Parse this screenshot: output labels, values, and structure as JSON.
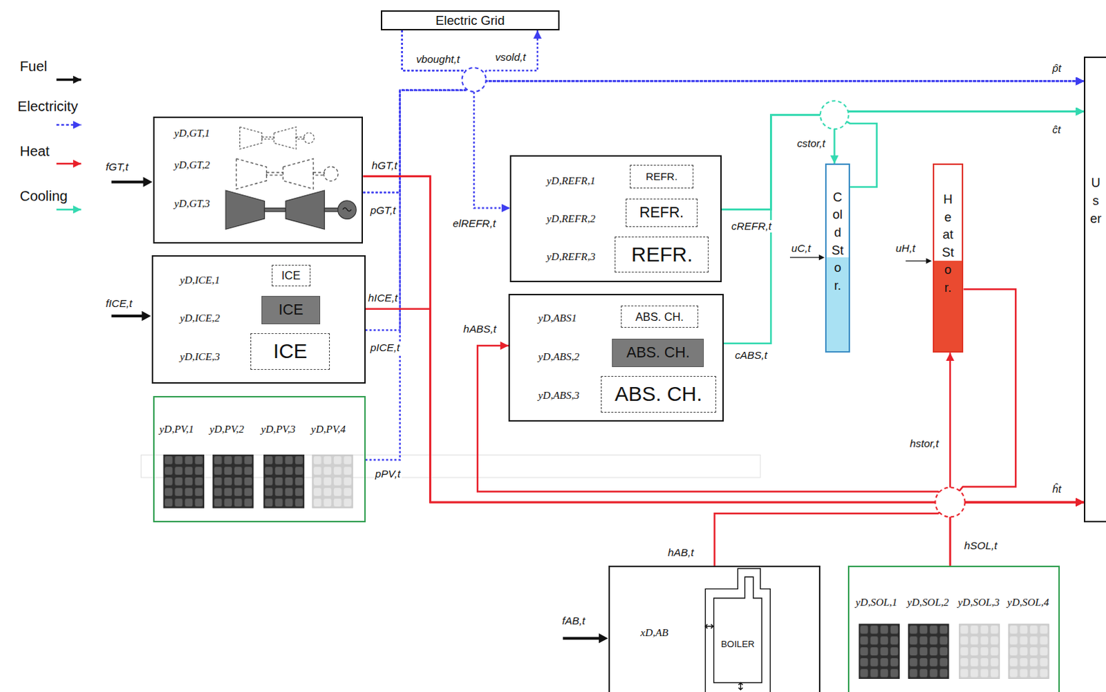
{
  "diagram": {
    "nodes": [
      {
        "text": [
          "Electric Grid"
        ]
      },
      {
        "text": [
          "yD,GT,1",
          "yD,GT,2",
          "yD,GT,3"
        ]
      },
      {
        "text": [
          "yD,ICE,1",
          "yD,ICE,2",
          "yD,ICE,3"
        ]
      },
      {
        "text": [
          "ICE"
        ],
        "in": 2
      },
      {
        "text": [
          "ICE"
        ],
        "in": 2
      },
      {
        "text": [
          "ICE"
        ],
        "in": 2
      },
      {
        "text": [
          "yD,PV,1",
          "yD,PV,2",
          "yD,PV,3",
          "yD,PV,4"
        ]
      },
      {
        "text": [
          "yD,REFR,1",
          "yD,REFR,2",
          "yD,REFR,3"
        ]
      },
      {
        "text": [
          "REFR."
        ],
        "in": 7
      },
      {
        "text": [
          "REFR."
        ],
        "in": 7
      },
      {
        "text": [
          "REFR."
        ],
        "in": 7
      },
      {
        "text": [
          "yD,ABS1",
          "yD,ABS,2",
          "yD,ABS,3"
        ]
      },
      {
        "text": [
          "ABS. CH."
        ],
        "in": 11
      },
      {
        "text": [
          "ABS. CH."
        ],
        "in": 11
      },
      {
        "text": [
          "ABS. CH."
        ],
        "in": 11
      },
      {
        "text": [
          "Cold Stor."
        ]
      },
      {
        "text": [
          "Heat Stor."
        ]
      },
      {
        "text": [
          "User"
        ]
      },
      {
        "text": [
          "xD,AB"
        ]
      },
      {
        "text": [
          "BOILER"
        ],
        "in": 18
      },
      {
        "text": [
          "yD,SOL,1",
          "yD,SOL,2",
          "yD,SOL,3",
          "yD,SOL,4"
        ]
      }
    ],
    "edges": [
      {
        "from": 1,
        "to": 17,
        "arrow": "to"
      },
      {
        "from": 2,
        "to": 17,
        "arrow": "to"
      },
      {
        "from": 6,
        "to": 17,
        "arrow": "to"
      },
      {
        "from": 0,
        "to": 17,
        "arrow": "to"
      },
      {
        "from": 1,
        "to": 0,
        "arrow": "to"
      },
      {
        "from": 0,
        "to": 7,
        "arrow": "to"
      },
      {
        "from": 1,
        "to": 17,
        "arrow": "to"
      },
      {
        "from": 2,
        "to": 17,
        "arrow": "to"
      },
      {
        "from": 18,
        "to": 17,
        "arrow": "to"
      },
      {
        "from": 20,
        "to": 17,
        "arrow": "to"
      },
      {
        "from": 16,
        "to": 17,
        "arrow": "to"
      },
      {
        "from": 20,
        "to": 16,
        "arrow": "to"
      },
      {
        "from": 1,
        "to": 11,
        "arrow": "to"
      },
      {
        "from": 7,
        "to": 17,
        "arrow": "to"
      },
      {
        "from": 11,
        "to": 17,
        "arrow": "to"
      },
      {
        "from": 15,
        "to": 17,
        "arrow": "to"
      },
      {
        "from": 7,
        "to": 15,
        "arrow": "to"
      }
    ],
    "labels": [
      "vbought,t",
      "vsold,t",
      "p̂t",
      "ĉt",
      "cstor,t",
      "fGT,t",
      "hGT,t",
      "pGT,t",
      "elREFR,t",
      "cREFR,t",
      "uC,t",
      "uH,t",
      "fICE,t",
      "hICE,t",
      "pICE,t",
      "hABS,t",
      "cABS,t",
      "hstor,t",
      "pPV,t",
      "ĥt",
      "hSOL,t",
      "hAB,t",
      "fAB,t"
    ],
    "legend": [
      {
        "text": "Fuel"
      },
      {
        "text": "Electricity"
      },
      {
        "text": "Heat"
      },
      {
        "text": "Cooling"
      }
    ]
  }
}
